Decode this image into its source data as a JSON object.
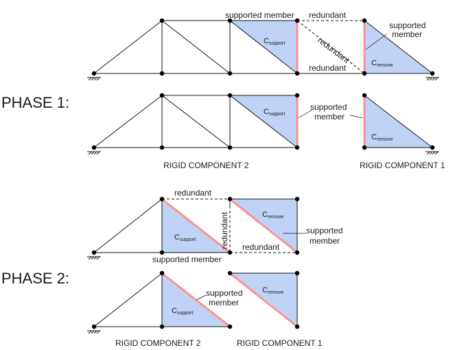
{
  "phase_labels": {
    "phase1": "PHASE 1:",
    "phase2": "PHASE 2:"
  },
  "labels": {
    "supported_member": "supported member",
    "supported": "supported",
    "member": "member",
    "redundant": "redundant",
    "c_letter": "C",
    "support_sub": "support",
    "remove_sub": "remove"
  },
  "component_labels": {
    "rigid_2": "RIGID COMPONENT 2",
    "rigid_1": "RIGID COMPONENT 1"
  },
  "colors": {
    "component_fill": "#bed3f6",
    "supported_member": "#ff8f8f",
    "member_stroke": "#111111",
    "joint": "#000000"
  }
}
